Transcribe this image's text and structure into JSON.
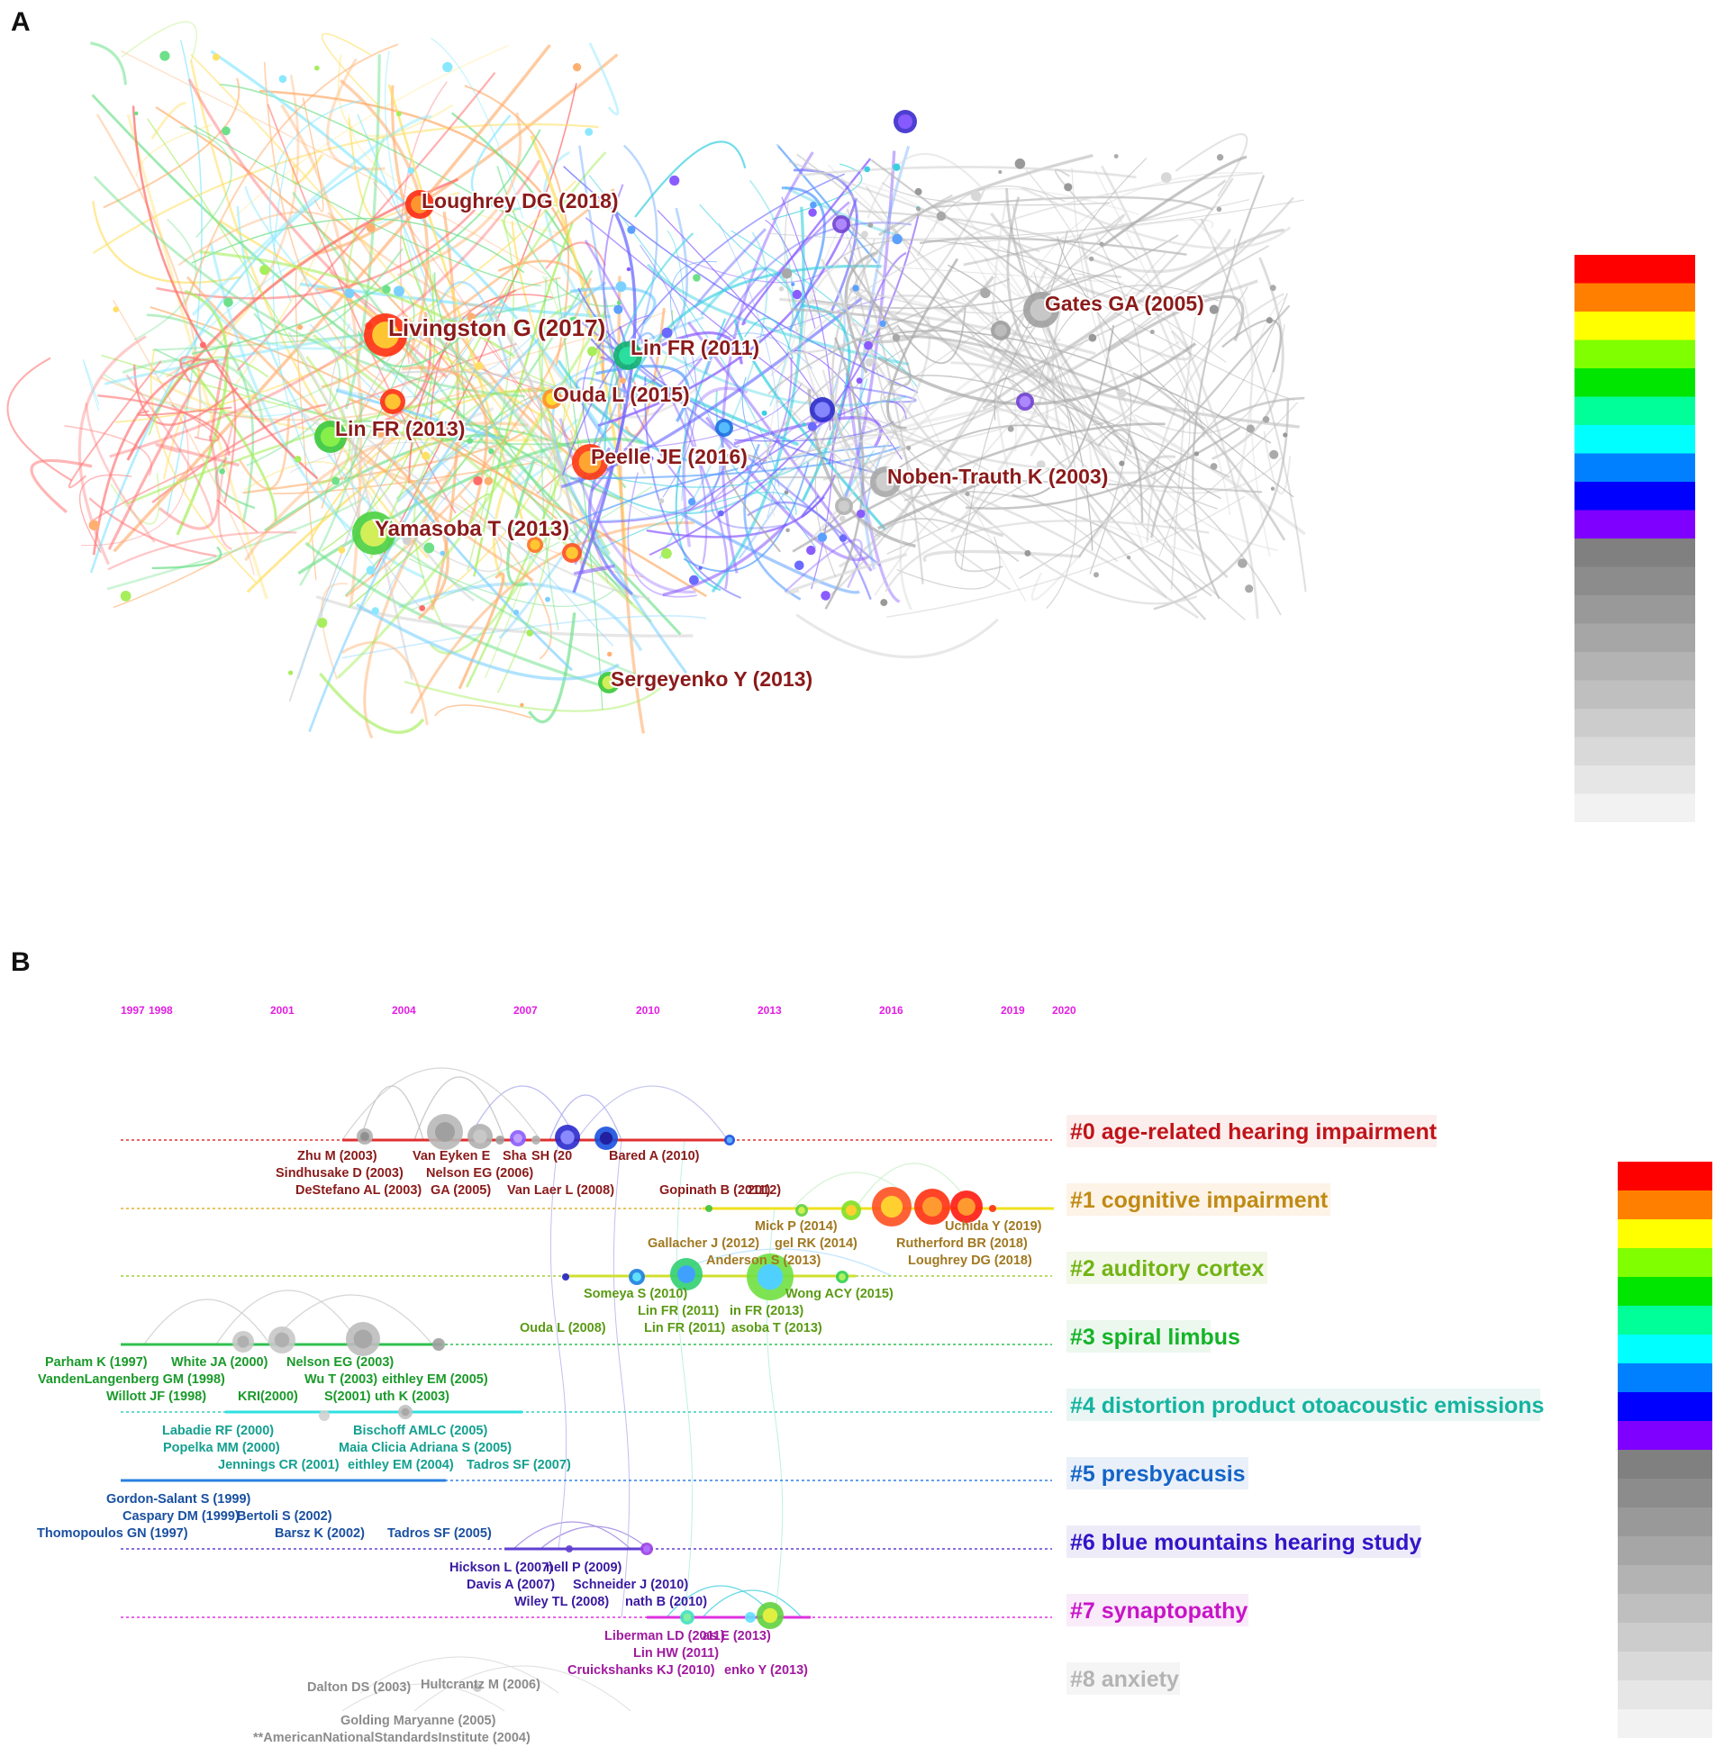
{
  "panel_a": {
    "letter": "A",
    "node_labels": [
      {
        "text": "Loughrey DG (2018)",
        "color": "#ff3b1f"
      },
      {
        "text": "Livingston G (2017)",
        "color": "#ff3b1f"
      },
      {
        "text": "Lin FR (2011)",
        "color": "#19c8a0"
      },
      {
        "text": "Ouda L (2015)",
        "color": "#ff9b1f"
      },
      {
        "text": "Lin FR (2013)",
        "color": "#6ad62a"
      },
      {
        "text": "Peelle JE (2016)",
        "color": "#ff3b1f"
      },
      {
        "text": "Yamasoba T (2013)",
        "color": "#6ad62a"
      },
      {
        "text": "Gates GA (2005)",
        "color": "#9a9a9a"
      },
      {
        "text": "Noben-Trauth K (2003)",
        "color": "#9a9a9a"
      },
      {
        "text": "Sergeyenko Y (2013)",
        "color": "#6ad62a"
      }
    ],
    "legend_colors": [
      "#ff0000",
      "#ff8000",
      "#ffff00",
      "#80ff00",
      "#00e600",
      "#00ff99",
      "#00ffff",
      "#0080ff",
      "#0000ff",
      "#8000ff",
      "#808080",
      "#8c8c8c",
      "#999999",
      "#a6a6a6",
      "#b3b3b3",
      "#bfbfbf",
      "#cccccc",
      "#d9d9d9",
      "#e6e6e6",
      "#f2f2f2"
    ]
  },
  "panel_b": {
    "letter": "B",
    "years": [
      "1997",
      "1998",
      "2001",
      "2004",
      "2007",
      "2010",
      "2013",
      "2016",
      "2019",
      "2020"
    ],
    "clusters": [
      {
        "label": "#0 age-related hearing impairment",
        "color": "#c0141a"
      },
      {
        "label": "#1 cognitive impairment",
        "color": "#c08a14"
      },
      {
        "label": "#2 auditory cortex",
        "color": "#72b414"
      },
      {
        "label": "#3 spiral limbus",
        "color": "#14b428"
      },
      {
        "label": "#4 distortion product otoacoustic emissions",
        "color": "#14b4a0"
      },
      {
        "label": "#5 presbyacusis",
        "color": "#1464c8"
      },
      {
        "label": "#6 blue mountains hearing study",
        "color": "#3214c8"
      },
      {
        "label": "#7 synaptopathy",
        "color": "#c814c8"
      },
      {
        "label": "#8 anxiety",
        "color": "#b4b4b4"
      }
    ],
    "citations": [
      {
        "text": "Zhu M (2003)",
        "color": "#8b1a1a"
      },
      {
        "text": "Van Eyken E",
        "color": "#8b1a1a"
      },
      {
        "text": "Sha",
        "color": "#8b1a1a"
      },
      {
        "text": "SH (20",
        "color": "#8b1a1a"
      },
      {
        "text": "Bared A (2010)",
        "color": "#8b1a1a"
      },
      {
        "text": "Sindhusake D (2003)",
        "color": "#8b1a1a"
      },
      {
        "text": "Nelson EG (2006)",
        "color": "#8b1a1a"
      },
      {
        "text": "DeStefano AL (2003)",
        "color": "#8b1a1a"
      },
      {
        "text": "GA (2005)",
        "color": "#8b1a1a"
      },
      {
        "text": "Van Laer L (2008)",
        "color": "#8b1a1a"
      },
      {
        "text": "Gopinath B (2011)",
        "color": "#8b1a1a"
      },
      {
        "text": "2012)",
        "color": "#8b1a1a"
      },
      {
        "text": "Mick P (2014)",
        "color": "#a07820"
      },
      {
        "text": "Uchida Y (2019)",
        "color": "#a07820"
      },
      {
        "text": "Gallacher J (2012)",
        "color": "#a07820"
      },
      {
        "text": "gel RK (2014)",
        "color": "#a07820"
      },
      {
        "text": "Rutherford BR (2018)",
        "color": "#a07820"
      },
      {
        "text": "Anderson S (2013)",
        "color": "#a07820"
      },
      {
        "text": "Loughrey DG (2018)",
        "color": "#a07820"
      },
      {
        "text": "Someya S (2010)",
        "color": "#5a9a14"
      },
      {
        "text": "Wong ACY (2015)",
        "color": "#5a9a14"
      },
      {
        "text": "Lin FR (2011)",
        "color": "#5a9a14"
      },
      {
        "text": "in FR (2013)",
        "color": "#5a9a14"
      },
      {
        "text": "Ouda L (2008)",
        "color": "#5a9a14"
      },
      {
        "text": "Lin FR (2011)",
        "color": "#5a9a14"
      },
      {
        "text": "asoba T (2013)",
        "color": "#5a9a14"
      },
      {
        "text": "Parham K (1997)",
        "color": "#1a9a2a"
      },
      {
        "text": "White JA (2000)",
        "color": "#1a9a2a"
      },
      {
        "text": "Nelson EG (2003)",
        "color": "#1a9a2a"
      },
      {
        "text": "VandenLangenberg GM (1998)",
        "color": "#1a9a2a"
      },
      {
        "text": "Wu T (2003)",
        "color": "#1a9a2a"
      },
      {
        "text": "eithley EM (2005)",
        "color": "#1a9a2a"
      },
      {
        "text": "Willott JF (1998)",
        "color": "#1a9a2a"
      },
      {
        "text": "KRI(2000)",
        "color": "#1a9a2a"
      },
      {
        "text": "S(2001)",
        "color": "#1a9a2a"
      },
      {
        "text": "uth K (2003)",
        "color": "#1a9a2a"
      },
      {
        "text": "Labadie RF (2000)",
        "color": "#14a090"
      },
      {
        "text": "Bischoff AMLC (2005)",
        "color": "#14a090"
      },
      {
        "text": "Popelka MM (2000)",
        "color": "#14a090"
      },
      {
        "text": "Maia Clicia Adriana S (2005)",
        "color": "#14a090"
      },
      {
        "text": "Jennings CR (2001)",
        "color": "#14a090"
      },
      {
        "text": "eithley EM (2004)",
        "color": "#14a090"
      },
      {
        "text": "Tadros SF (2007)",
        "color": "#14a090"
      },
      {
        "text": "Gordon-Salant S (1999)",
        "color": "#1a50a0"
      },
      {
        "text": "Caspary DM (1999)",
        "color": "#1a50a0"
      },
      {
        "text": "Bertoli S (2002)",
        "color": "#1a50a0"
      },
      {
        "text": "Thomopoulos GN (1997)",
        "color": "#1a50a0"
      },
      {
        "text": "Barsz K (2002)",
        "color": "#1a50a0"
      },
      {
        "text": "Tadros SF (2005)",
        "color": "#1a50a0"
      },
      {
        "text": "Hickson L (2007)",
        "color": "#3a1aa0"
      },
      {
        "text": "nell P (2009)",
        "color": "#3a1aa0"
      },
      {
        "text": "Davis A (2007)",
        "color": "#3a1aa0"
      },
      {
        "text": "Schneider J (2010)",
        "color": "#3a1aa0"
      },
      {
        "text": "Wiley TL (2008)",
        "color": "#3a1aa0"
      },
      {
        "text": "nath B (2010)",
        "color": "#3a1aa0"
      },
      {
        "text": "Liberman LD (2011)",
        "color": "#a01aa0"
      },
      {
        "text": "as E (2013)",
        "color": "#a01aa0"
      },
      {
        "text": "Lin HW (2011)",
        "color": "#a01aa0"
      },
      {
        "text": "Cruickshanks KJ (2010)",
        "color": "#a01aa0"
      },
      {
        "text": "enko Y (2013)",
        "color": "#a01aa0"
      },
      {
        "text": "Dalton DS (2003)",
        "color": "#8c8c8c"
      },
      {
        "text": "Hultcrantz M (2006)",
        "color": "#8c8c8c"
      },
      {
        "text": "Golding Maryanne (2005)",
        "color": "#8c8c8c"
      },
      {
        "text": "**AmericanNationalStandardsInstitute (2004)",
        "color": "#8c8c8c"
      }
    ],
    "legend_colors": [
      "#ff0000",
      "#ff8000",
      "#ffff00",
      "#80ff00",
      "#00e600",
      "#00ff99",
      "#00ffff",
      "#0080ff",
      "#0000ff",
      "#8000ff",
      "#808080",
      "#8c8c8c",
      "#999999",
      "#a6a6a6",
      "#b3b3b3",
      "#bfbfbf",
      "#cccccc",
      "#d9d9d9",
      "#e6e6e6",
      "#f2f2f2"
    ]
  }
}
